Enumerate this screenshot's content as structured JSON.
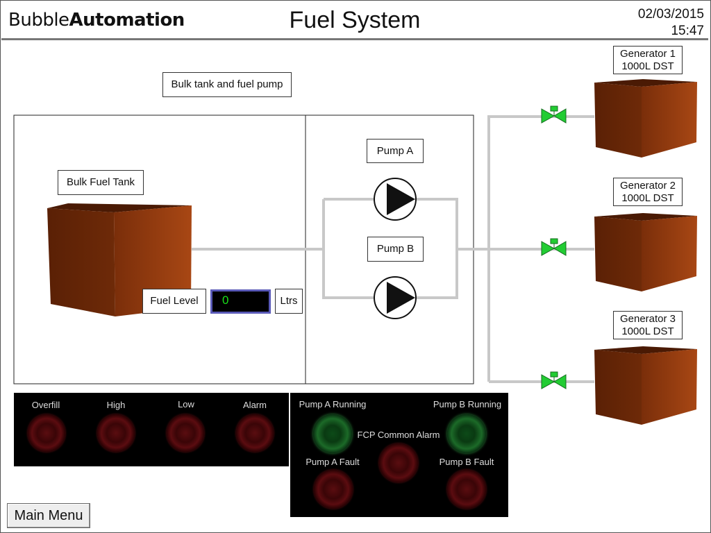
{
  "header": {
    "brand_light": "Bubble",
    "brand_bold": "Automation",
    "title": "Fuel System",
    "date": "02/03/2015",
    "time": "15:47"
  },
  "section_label": "Bulk tank and fuel pump",
  "bulk_tank": {
    "label": "Bulk Fuel Tank",
    "fuel_level_label": "Fuel Level",
    "fuel_level_value": "0",
    "fuel_level_unit": "Ltrs"
  },
  "pumps": {
    "a_label": "Pump A",
    "b_label": "Pump B"
  },
  "generators": [
    {
      "line1": "Generator 1",
      "line2": "1000L DST"
    },
    {
      "line1": "Generator 2",
      "line2": "1000L DST"
    },
    {
      "line1": "Generator 3",
      "line2": "1000L DST"
    }
  ],
  "tank_alarms": {
    "overfill": "Overfill",
    "high": "High",
    "low": "Low",
    "alarm": "Alarm"
  },
  "pump_status": {
    "a_running": "Pump A Running",
    "b_running": "Pump B Running",
    "common_alarm": "FCP Common Alarm",
    "a_fault": "Pump A Fault",
    "b_fault": "Pump B Fault"
  },
  "colors": {
    "tank": "#8b3a12",
    "pipe": "#c8c8c8",
    "valve": "#22cc33",
    "display_text": "#19e019"
  },
  "icons": {
    "tank": "tank-icon",
    "pump": "pump-icon",
    "valve": "valve-icon",
    "indicator": "indicator-lamp-icon"
  },
  "main_menu_label": "Main Menu"
}
